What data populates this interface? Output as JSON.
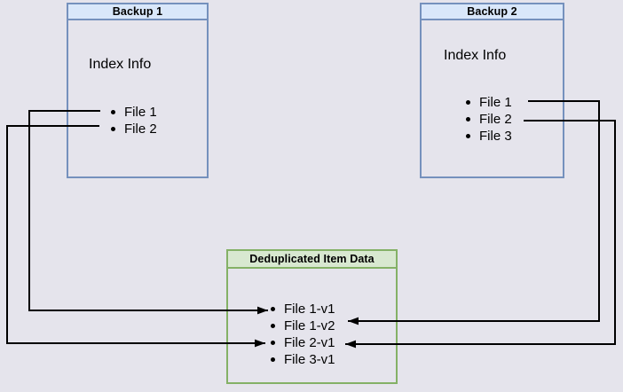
{
  "page": {
    "background": "#e5e4ec",
    "line_color": "#000000"
  },
  "backup1": {
    "title": "Backup 1",
    "index_label": "Index Info",
    "files": [
      "File 1",
      "File 2"
    ],
    "header_fill": "#d9e7fa",
    "border_color": "#7591bd"
  },
  "backup2": {
    "title": "Backup 2",
    "index_label": "Index Info",
    "files": [
      "File 1",
      "File 2",
      "File 3"
    ],
    "header_fill": "#d9e7fa",
    "border_color": "#7591bd"
  },
  "dedup": {
    "title": "Deduplicated Item Data",
    "items": [
      "File 1-v1",
      "File 1-v2",
      "File 2-v1",
      "File 3-v1"
    ],
    "header_fill": "#d8e8d0",
    "border_color": "#84b166"
  },
  "connections": [
    {
      "from": "Backup 1 / File 1",
      "to": "File 1-v1"
    },
    {
      "from": "Backup 1 / File 2",
      "to": "File 2-v1"
    },
    {
      "from": "Backup 2 / File 1",
      "to": "File 1-v2"
    },
    {
      "from": "Backup 2 / File 2",
      "to": "File 2-v1"
    }
  ]
}
